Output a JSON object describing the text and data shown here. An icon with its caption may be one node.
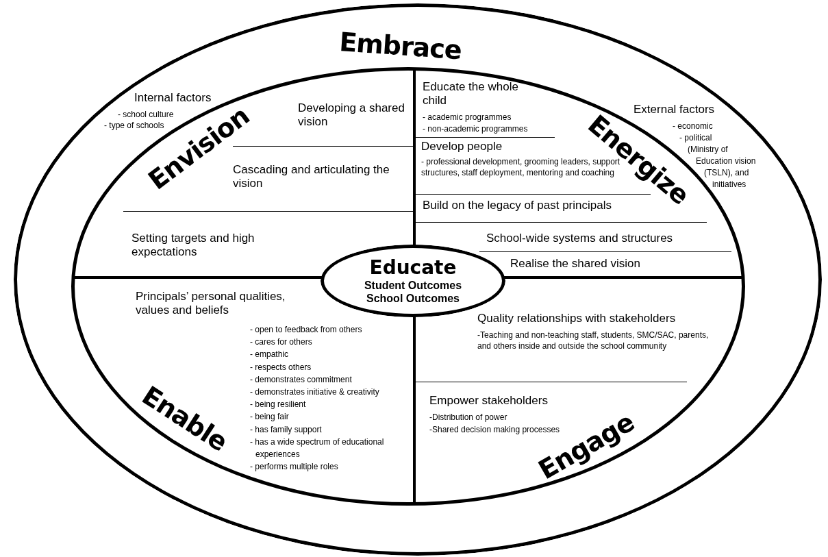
{
  "diagram": {
    "nodes": [
      {
        "text": [
          "Embrace"
        ]
      },
      {
        "text": [
          "Envision"
        ],
        "in": 0
      },
      {
        "text": [
          "Developing a shared vision"
        ],
        "in": 1
      },
      {
        "text": [
          "Cascading and articulating the vision"
        ],
        "in": 1
      },
      {
        "text": [
          "Setting targets and high expectations"
        ],
        "in": 1
      },
      {
        "text": [
          "Energize"
        ],
        "in": 0
      },
      {
        "text": [
          "Educate the whole child",
          "- academic programmes",
          "- non-academic programmes"
        ],
        "in": 5
      },
      {
        "text": [
          "Develop people",
          "- professional development, grooming leaders, support structures, staff deployment, mentoring and coaching"
        ],
        "in": 5
      },
      {
        "text": [
          "Build on the legacy of past principals"
        ],
        "in": 5
      },
      {
        "text": [
          "School-wide systems and structures"
        ],
        "in": 5
      },
      {
        "text": [
          "Realise the shared vision"
        ],
        "in": 5
      },
      {
        "text": [
          "Enable",
          "Principals’ personal qualities, values and beliefs",
          "- open to feedback from others",
          "- cares for others",
          "- empathic",
          "- respects others",
          "- demonstrates commitment",
          "- demonstrates initiative & creativity",
          "- being resilient",
          "- being fair",
          "- has family support",
          "- has a wide spectrum of educational experiences",
          "- performs multiple roles"
        ],
        "in": 0
      },
      {
        "text": [
          "Engage"
        ],
        "in": 0
      },
      {
        "text": [
          "Quality relationships with stakeholders",
          "-Teaching and non-teaching staff, students, SMC/SAC, parents, and others inside and outside the school community"
        ],
        "in": 12
      },
      {
        "text": [
          "Empower stakeholders",
          "-Distribution of power",
          "-Shared decision making processes"
        ],
        "in": 12
      },
      {
        "text": [
          "Educate",
          "Student Outcomes",
          "School Outcomes"
        ],
        "in": 0
      }
    ],
    "edges": [],
    "labels": [
      "Internal factors",
      "- school culture",
      "- type of schools",
      "External factors",
      "- economic",
      "- political (Ministry of Education vision (TSLN), and initiatives"
    ]
  }
}
